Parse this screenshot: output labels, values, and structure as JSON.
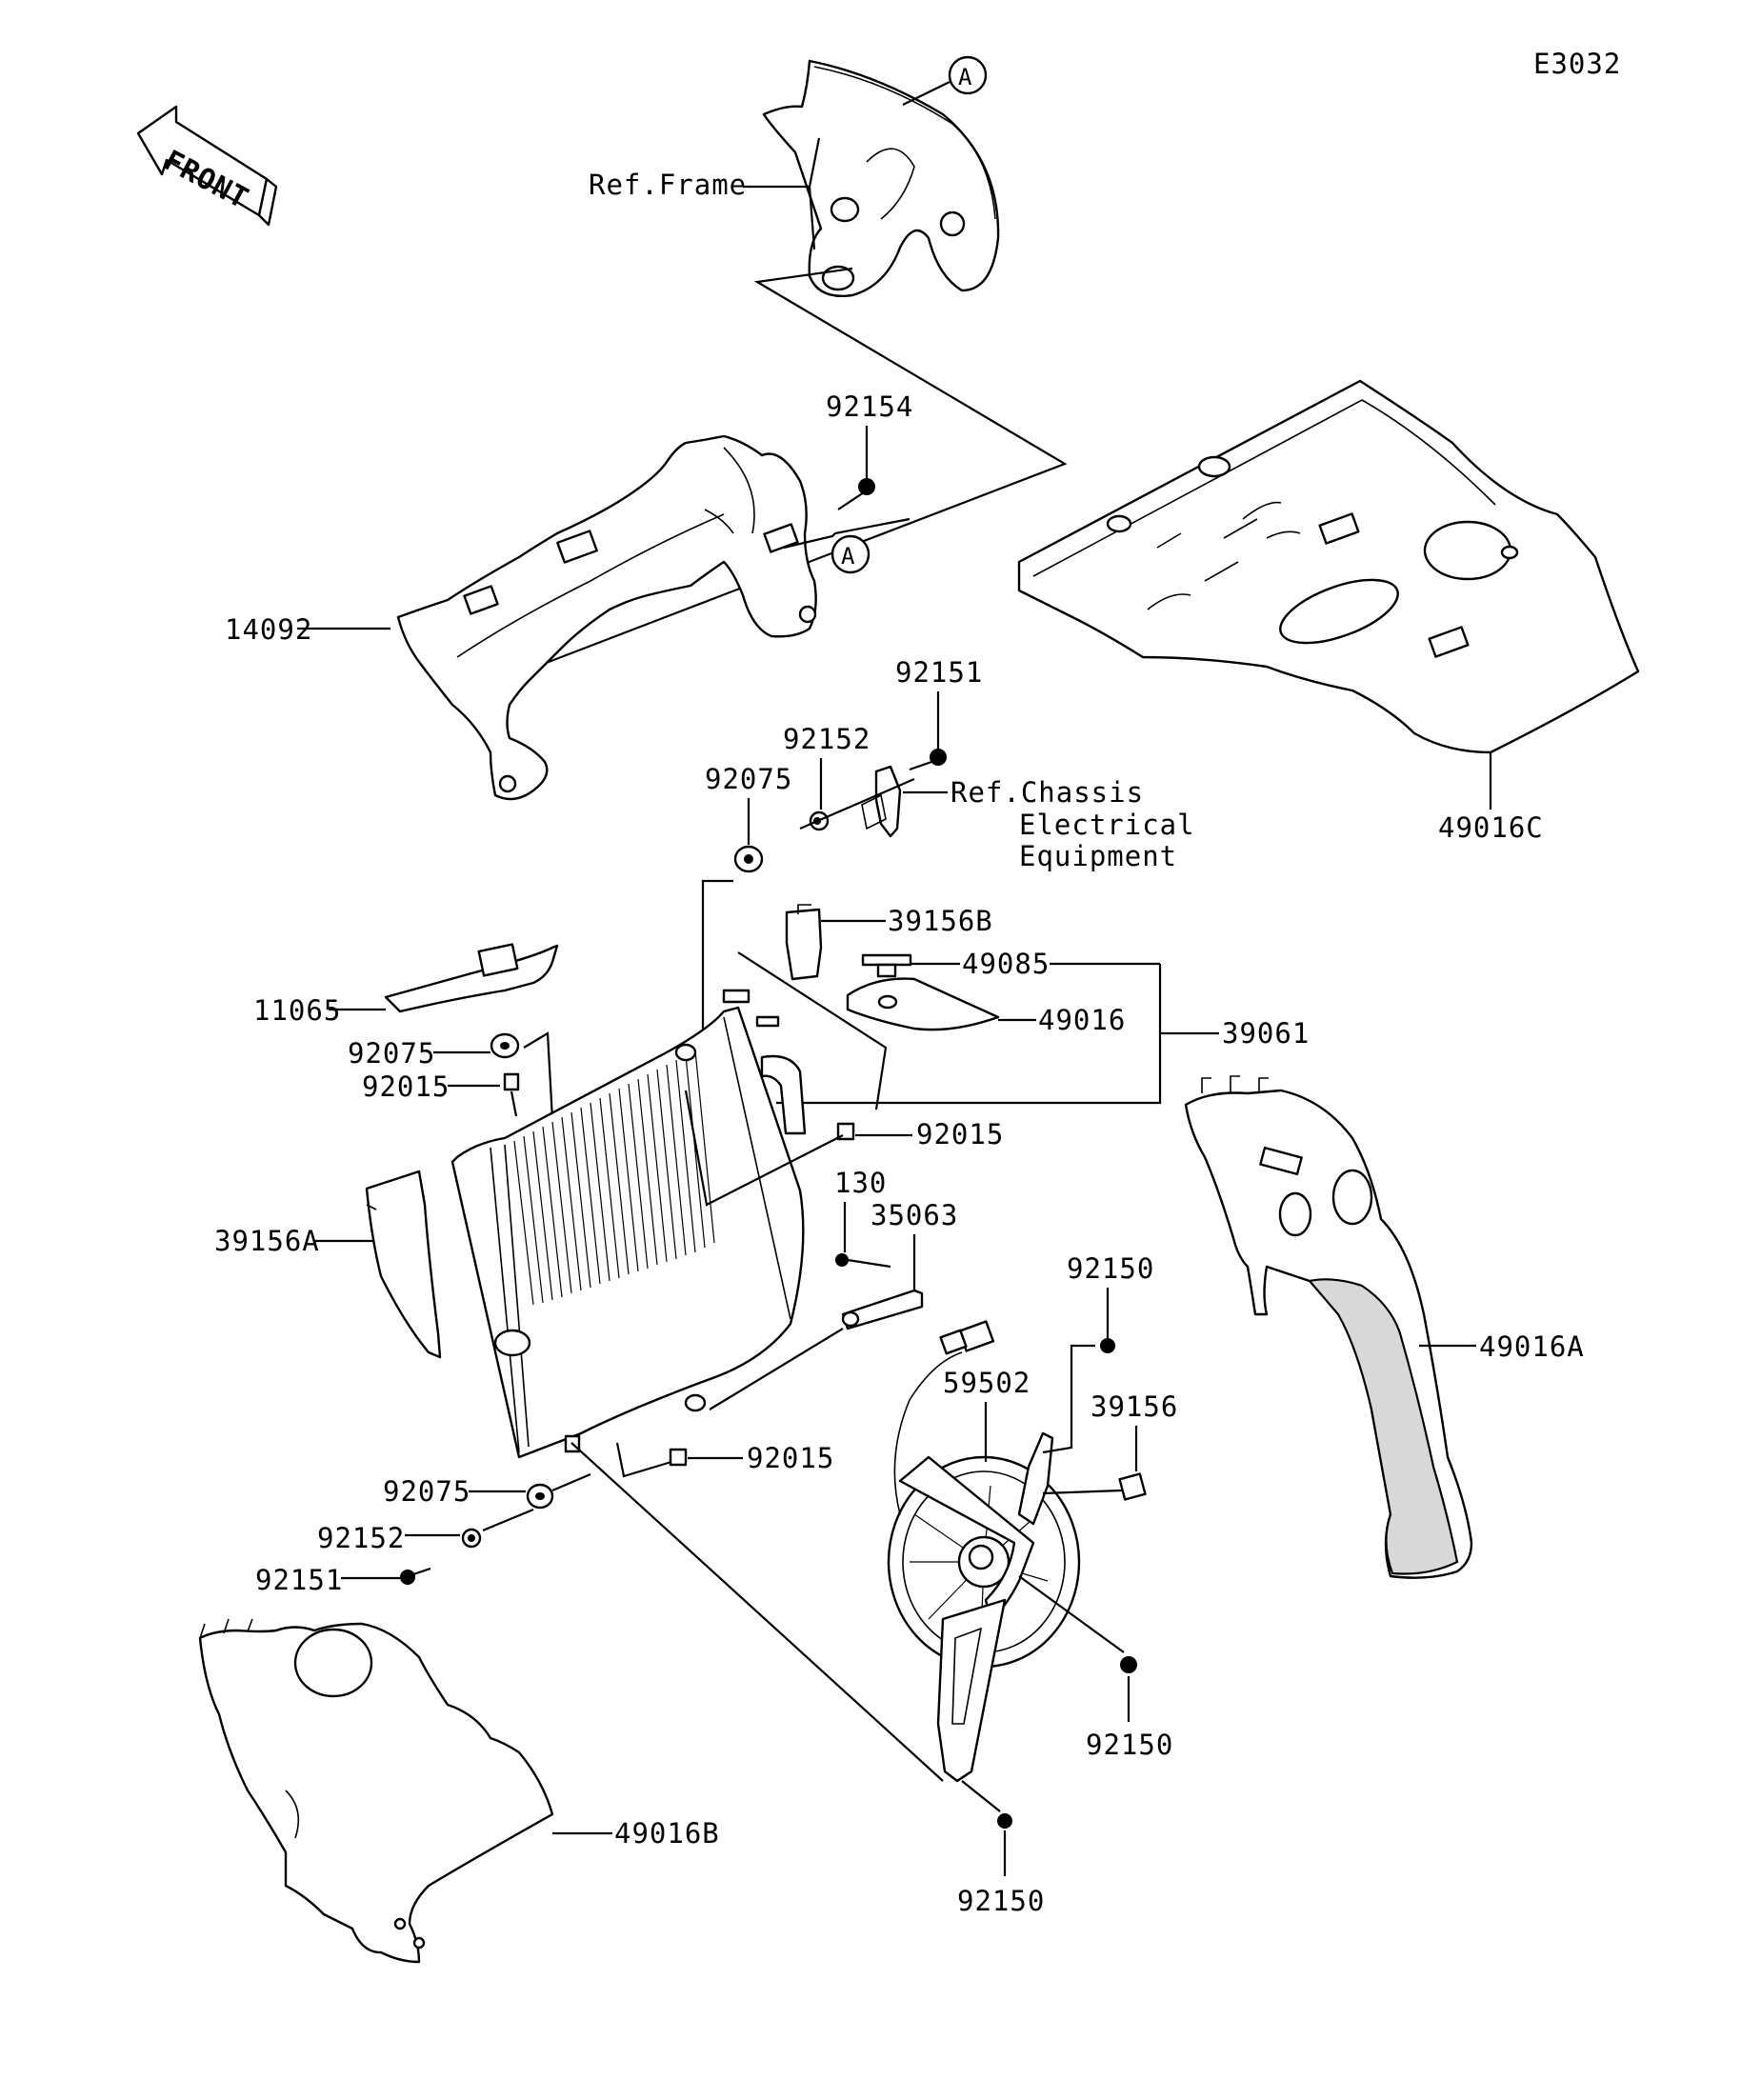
{
  "diagram_code": "E3032",
  "front_label": "FRONT",
  "callouts": {
    "a_top": "A",
    "a_mid": "A"
  },
  "labels": {
    "ref_frame": "Ref.Frame",
    "p92154": "92154",
    "p14092": "14092",
    "p49016C": "49016C",
    "p92151_top": "92151",
    "p92152_top": "92152",
    "p92075_top": "92075",
    "ref_chassis_1": "Ref.Chassis",
    "ref_chassis_2": "Electrical",
    "ref_chassis_3": "Equipment",
    "p39156B": "39156B",
    "p49085": "49085",
    "p49016": "49016",
    "p39061": "39061",
    "p11065": "11065",
    "p92075_left": "92075",
    "p92015_left": "92015",
    "p92015_right": "92015",
    "p39156A": "39156A",
    "p130": "130",
    "p35063": "35063",
    "p92150_a": "92150",
    "p49016A": "49016A",
    "p59502": "59502",
    "p39156": "39156",
    "p92015_low": "92015",
    "p92075_low": "92075",
    "p92152_low": "92152",
    "p92151_low": "92151",
    "p92150_b": "92150",
    "p49016B": "49016B",
    "p92150_c": "92150"
  },
  "colors": {
    "ink": "#000000",
    "paper": "#ffffff",
    "shade": "#d8d8d8"
  }
}
